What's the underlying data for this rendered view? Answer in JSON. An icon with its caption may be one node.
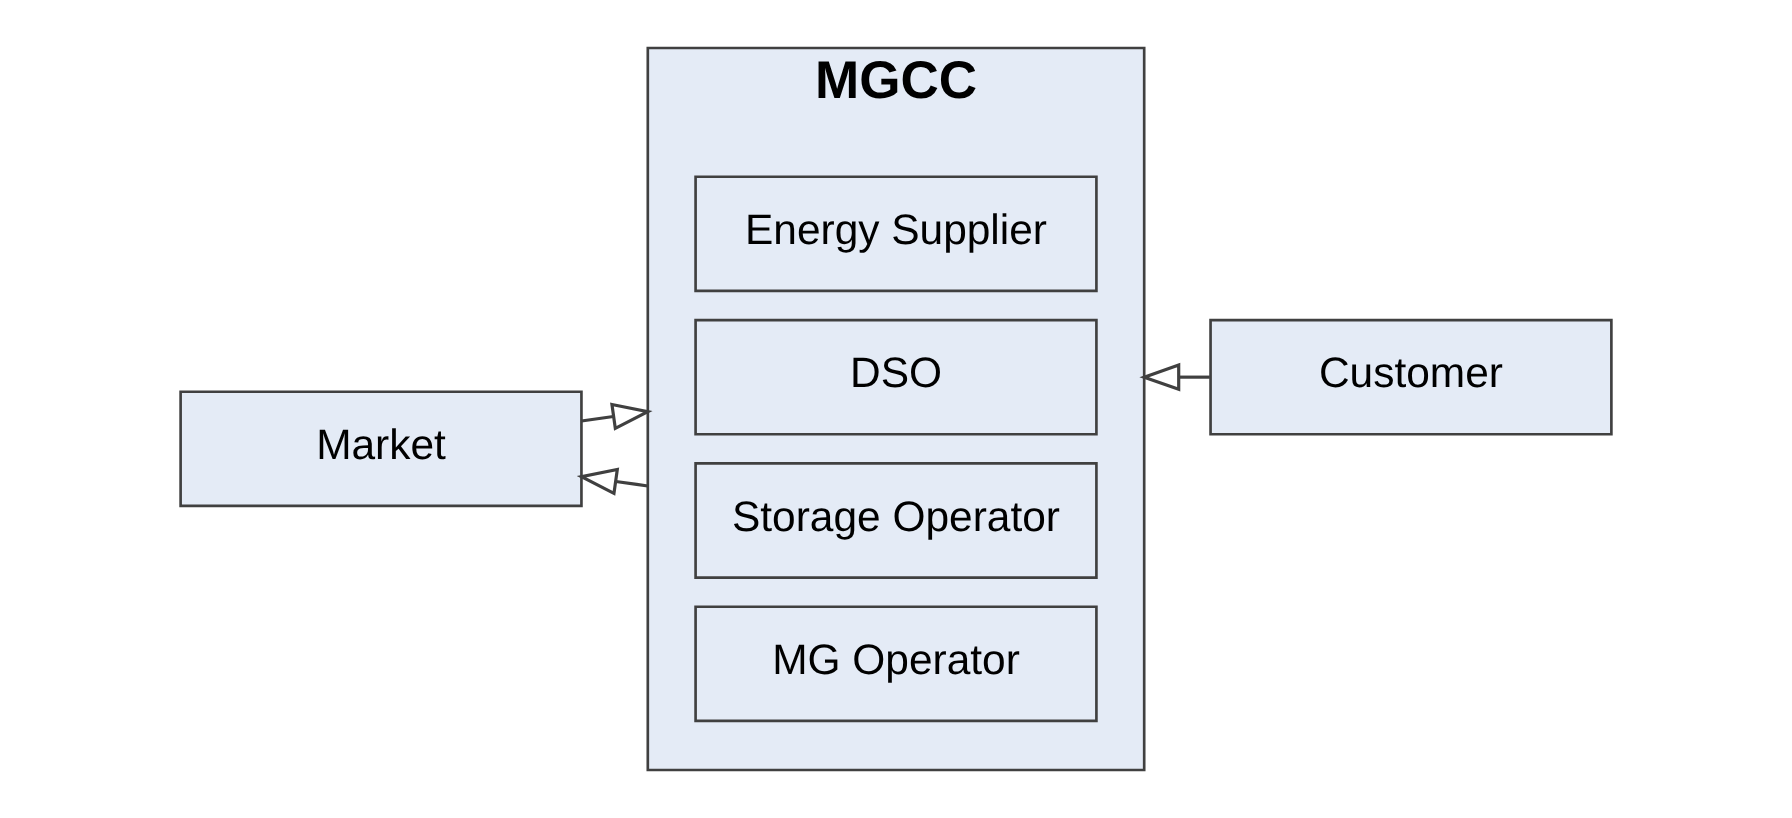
{
  "diagram": {
    "nodes": [
      {
        "text": [
          "MGCC"
        ]
      },
      {
        "text": [
          "MG Operator"
        ],
        "in": 0
      },
      {
        "text": [
          "Storage Operator"
        ],
        "in": 0
      },
      {
        "text": [
          "DSO"
        ],
        "in": 0
      },
      {
        "text": [
          "Energy Supplier"
        ],
        "in": 0
      },
      {
        "text": [
          "Market"
        ]
      },
      {
        "text": [
          "Customer"
        ]
      }
    ],
    "edges": [
      {
        "from": 0,
        "to": 5,
        "arrow": "to"
      },
      {
        "from": 5,
        "to": 0,
        "arrow": "to"
      },
      {
        "from": 6,
        "to": 0,
        "arrow": "to"
      }
    ]
  }
}
